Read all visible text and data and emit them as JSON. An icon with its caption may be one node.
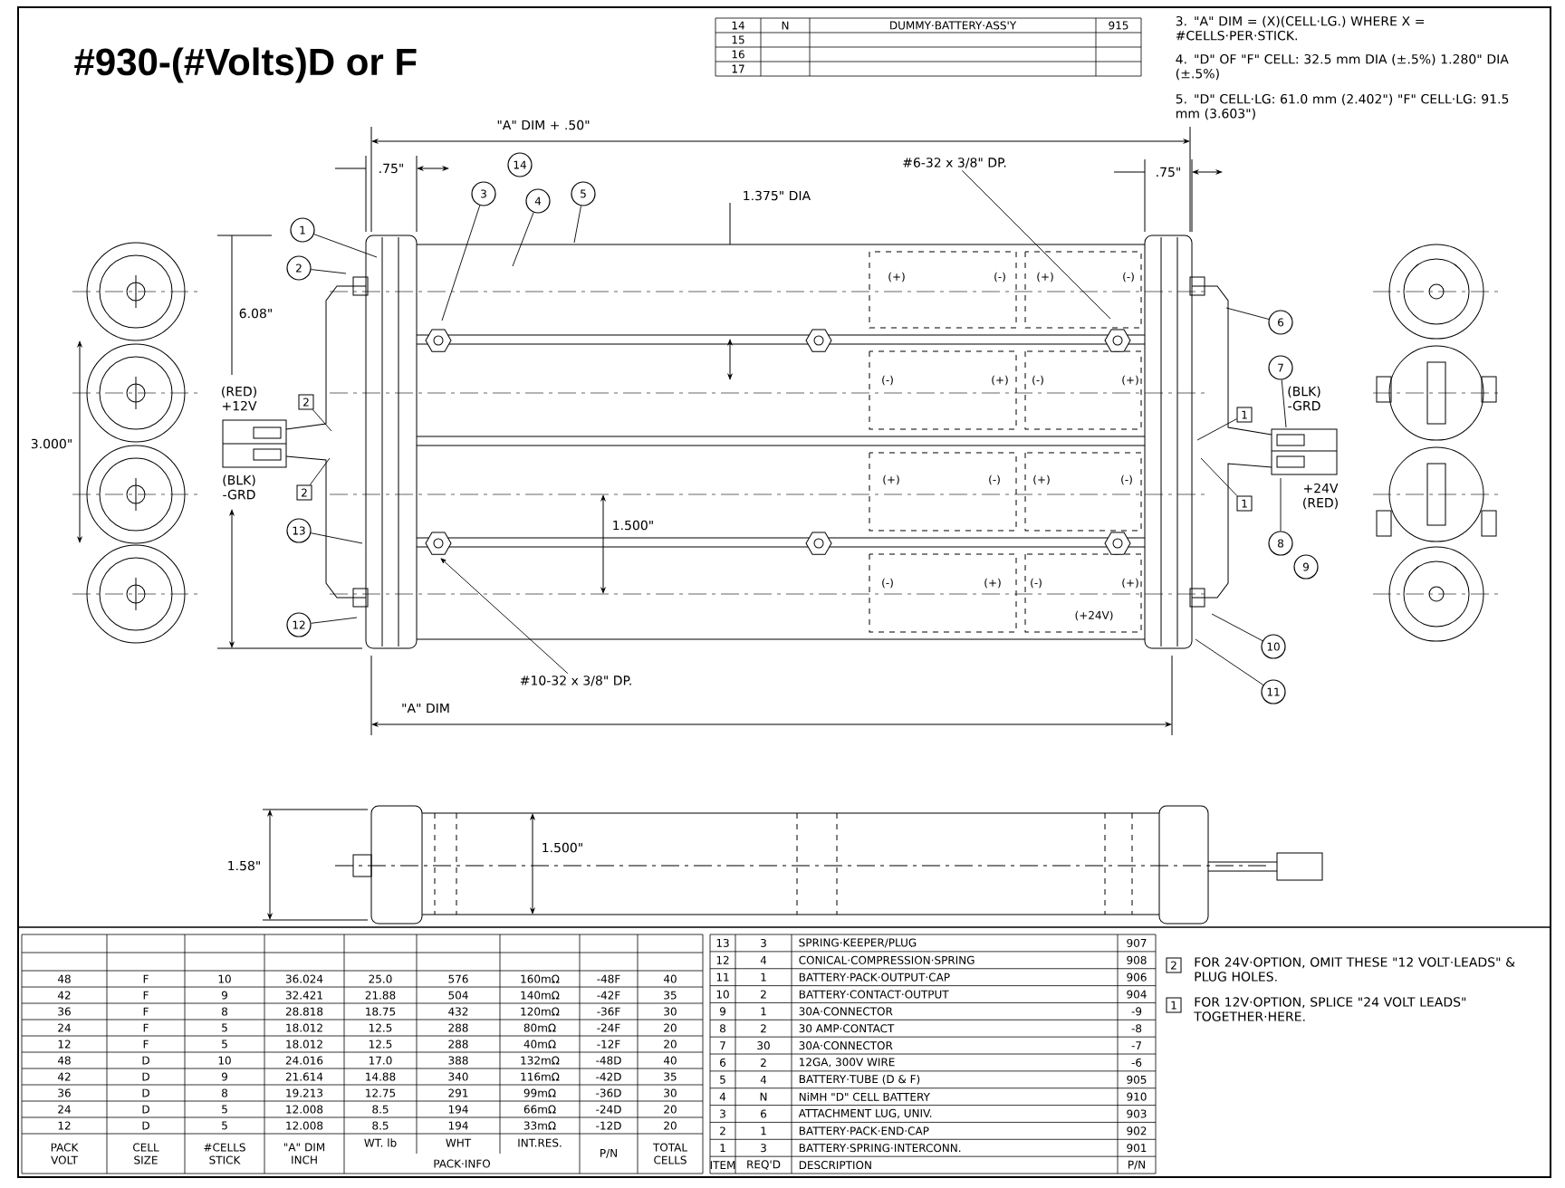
{
  "diagram": {
    "title": "#930-(#Volts)D or F",
    "nodes": [
      {
        "text": [
          "1"
        ]
      },
      {
        "text": [
          "2"
        ]
      },
      {
        "text": [
          "3"
        ]
      },
      {
        "text": [
          "14"
        ]
      },
      {
        "text": [
          "4"
        ]
      },
      {
        "text": [
          "5"
        ]
      },
      {
        "text": [
          "6"
        ]
      },
      {
        "text": [
          "7"
        ]
      },
      {
        "text": [
          "8"
        ]
      },
      {
        "text": [
          "9"
        ]
      },
      {
        "text": [
          "10"
        ]
      },
      {
        "text": [
          "11"
        ]
      },
      {
        "text": [
          "12"
        ]
      },
      {
        "text": [
          "13"
        ]
      },
      {
        "text": [
          "2"
        ]
      },
      {
        "text": [
          "2"
        ]
      },
      {
        "text": [
          "1"
        ]
      },
      {
        "text": [
          "1"
        ]
      },
      {
        "text": [
          "#6-32 x 3/8\" DP."
        ]
      },
      {
        "text": [
          "#10-32 x 3/8\" DP."
        ]
      },
      {
        "text": [
          "2"
        ],
        "beside": [
          "FOR 24V·OPTION, OMIT THESE \"12 VOLT·LEADS\" & PLUG HOLES."
        ]
      },
      {
        "text": [
          "1"
        ],
        "beside": [
          "FOR 12V·OPTION, SPLICE \"24 VOLT LEADS\" TOGETHER·HERE."
        ]
      }
    ],
    "edges": [
      {
        "from": 0,
        "to": null,
        "arrow": "none"
      },
      {
        "from": 1,
        "to": null,
        "arrow": "none"
      },
      {
        "from": 2,
        "to": null,
        "arrow": "none"
      },
      {
        "from": 4,
        "to": null,
        "arrow": "none"
      },
      {
        "from": 5,
        "to": null,
        "arrow": "none"
      },
      {
        "from": 6,
        "to": null,
        "arrow": "none"
      },
      {
        "from": 7,
        "to": null,
        "arrow": "none"
      },
      {
        "from": 8,
        "to": null,
        "arrow": "none"
      },
      {
        "from": 10,
        "to": null,
        "arrow": "none"
      },
      {
        "from": 11,
        "to": null,
        "arrow": "none"
      },
      {
        "from": 12,
        "to": null,
        "arrow": "none"
      },
      {
        "from": 13,
        "to": null,
        "arrow": "none"
      },
      {
        "from": 14,
        "to": null,
        "arrow": "none"
      },
      {
        "from": 15,
        "to": null,
        "arrow": "none"
      },
      {
        "from": 16,
        "to": null,
        "arrow": "none"
      },
      {
        "from": 17,
        "to": null,
        "arrow": "none"
      },
      {
        "from": 18,
        "to": null,
        "arrow": "none"
      },
      {
        "from": 19,
        "to": null,
        "arrow": "to"
      }
    ],
    "labels": [
      "14",
      "N",
      "DUMMY·BATTERY·ASS'Y",
      "915",
      "15",
      "16",
      "17",
      "3. \"A\" DIM = (X)(CELL·LG.) WHERE X = #CELLS·PER·STICK.",
      "4. \"D\" OF \"F\" CELL: 32.5 mm DIA (±.5%) 1.280\" DIA (±.5%)",
      "5. \"D\" CELL·LG: 61.0 mm (2.402\") \"F\" CELL·LG: 91.5 mm (3.603\")",
      "\"A\" DIM + .50\"",
      ".75\"",
      ".75\"",
      "1.375\" DIA",
      "6.08\"",
      "3.000\"",
      "1.500\"",
      "\"A\" DIM",
      "1.58\"",
      "1.500\"",
      "(RED) +12V",
      "(BLK) -GRD",
      "(BLK) -GRD",
      "+24V (RED)",
      "(+)",
      "(-)",
      "(+)",
      "(-)",
      "(-)",
      "(+)",
      "(-)",
      "(+)",
      "(+)",
      "(-)",
      "(+)",
      "(-)",
      "(-)",
      "(+)",
      "(-)",
      "(+)",
      "(+24V)",
      "48",
      "F",
      "10",
      "36.024",
      "25.0",
      "576",
      "160mΩ",
      "-48F",
      "40",
      "42",
      "F",
      "9",
      "32.421",
      "21.88",
      "504",
      "140mΩ",
      "-42F",
      "35",
      "36",
      "F",
      "8",
      "28.818",
      "18.75",
      "432",
      "120mΩ",
      "-36F",
      "30",
      "24",
      "F",
      "5",
      "18.012",
      "12.5",
      "288",
      "80mΩ",
      "-24F",
      "20",
      "12",
      "F",
      "5",
      "18.012",
      "12.5",
      "288",
      "40mΩ",
      "-12F",
      "20",
      "48",
      "D",
      "10",
      "24.016",
      "17.0",
      "388",
      "132mΩ",
      "-48D",
      "40",
      "42",
      "D",
      "9",
      "21.614",
      "14.88",
      "340",
      "116mΩ",
      "-42D",
      "35",
      "36",
      "D",
      "8",
      "19.213",
      "12.75",
      "291",
      "99mΩ",
      "-36D",
      "30",
      "24",
      "D",
      "5",
      "12.008",
      "8.5",
      "194",
      "66mΩ",
      "-24D",
      "20",
      "12",
      "D",
      "5",
      "12.008",
      "8.5",
      "194",
      "33mΩ",
      "-12D",
      "20",
      "PACK VOLT",
      "CELL SIZE",
      "#CELLS STICK",
      "\"A\" DIM INCH",
      "WT. lb",
      "WHT",
      "INT.RES.",
      "P/N",
      "TOTAL CELLS",
      "PACK·INFO",
      "13",
      "3",
      "SPRING·KEEPER/PLUG",
      "907",
      "12",
      "4",
      "CONICAL·COMPRESSION·SPRING",
      "908",
      "11",
      "1",
      "BATTERY·PACK·OUTPUT·CAP",
      "906",
      "10",
      "2",
      "BATTERY·CONTACT·OUTPUT",
      "904",
      "9",
      "1",
      "30A·CONNECTOR",
      "-9",
      "8",
      "2",
      "30 AMP·CONTACT",
      "-8",
      "7",
      "30",
      "30A·CONNECTOR",
      "-7",
      "6",
      "2",
      "12GA, 300V WIRE",
      "-6",
      "5",
      "4",
      "BATTERY·TUBE (D & F)",
      "905",
      "4",
      "N",
      "NiMH \"D\" CELL BATTERY",
      "910",
      "3",
      "6",
      "ATTACHMENT LUG, UNIV.",
      "903",
      "2",
      "1",
      "BATTERY·PACK·END·CAP",
      "902",
      "1",
      "3",
      "BATTERY·SPRING·INTERCONN.",
      "901",
      "ITEM",
      "REQ'D",
      "DESCRIPTION",
      "P/N"
    ]
  }
}
